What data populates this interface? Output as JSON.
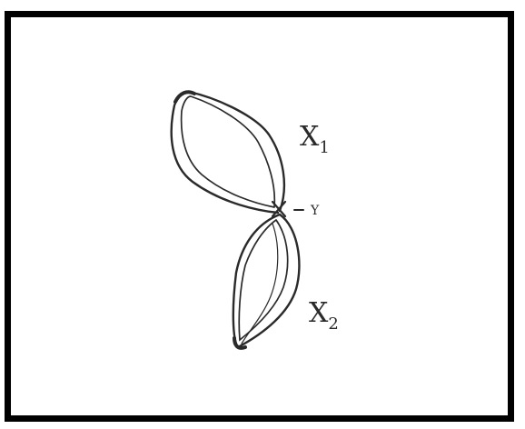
{
  "diagram": {
    "loop_top_label": "X",
    "loop_top_subscript": "1",
    "junction_label": "Y",
    "loop_bottom_label": "X",
    "loop_bottom_subscript": "2",
    "stroke_color": "#2a2a2a",
    "frame_color": "#000000"
  }
}
